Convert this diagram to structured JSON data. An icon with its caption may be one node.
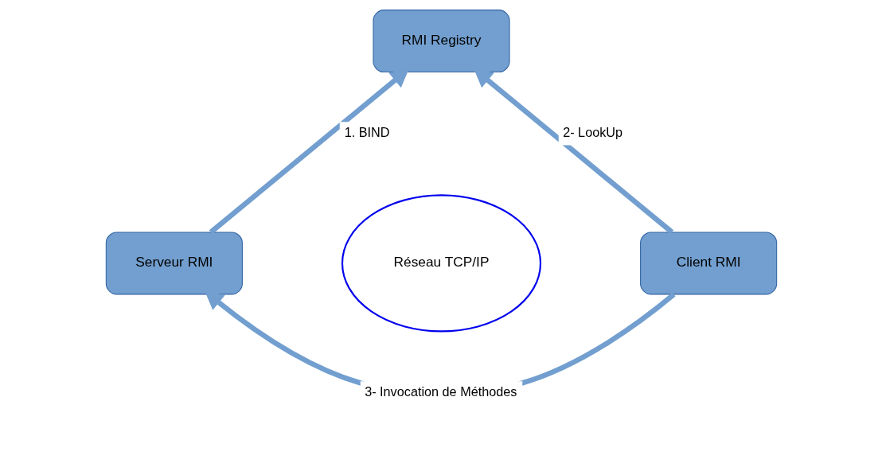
{
  "diagram": {
    "nodes": [
      {
        "text": [
          "RMI Registry"
        ]
      },
      {
        "text": [
          "Serveur RMI"
        ]
      },
      {
        "text": [
          "Client RMI"
        ]
      },
      {
        "text": [
          "Réseau TCP/IP"
        ]
      }
    ],
    "edges": [
      {
        "from": 1,
        "to": 0,
        "arrow": "to",
        "label": "1. BIND"
      },
      {
        "from": 2,
        "to": 0,
        "arrow": "to",
        "label": "2- LookUp"
      },
      {
        "from": 2,
        "to": 1,
        "arrow": "to",
        "label": "3- Invocation de Méthodes"
      }
    ]
  }
}
